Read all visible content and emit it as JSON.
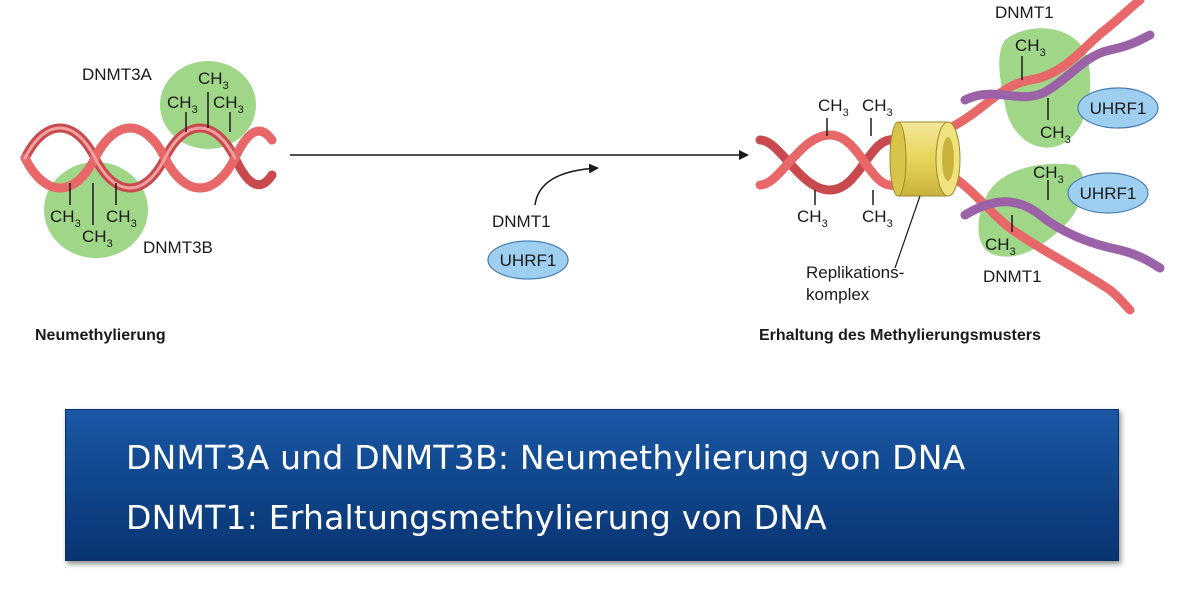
{
  "diagram": {
    "left": {
      "enzyme_a": "DNMT3A",
      "enzyme_b": "DNMT3B",
      "methyl": "CH",
      "methyl_sub": "3",
      "caption": "Neumethylierung"
    },
    "middle": {
      "enzyme": "DNMT1",
      "protein": "UHRF1"
    },
    "right": {
      "enzyme_top": "DNMT1",
      "enzyme_bottom": "DNMT1",
      "protein_top": "UHRF1",
      "protein_bottom": "UHRF1",
      "complex_line1": "Replikations-",
      "complex_line2": "komplex",
      "methyl": "CH",
      "methyl_sub": "3",
      "caption": "Erhaltung des Methylierungsmusters"
    }
  },
  "banner": {
    "line1": "DNMT3A und DNMT3B: Neumethylierung von DNA",
    "line2": "DNMT1: Erhaltungsmethylierung von DNA"
  },
  "colors": {
    "strand_red": "#e8686a",
    "strand_purple": "#9c62a8",
    "enzyme_green": "#8fcf72",
    "uhrf1_blue": "#9fcff0",
    "complex_yellow": "#e8d45a",
    "banner_blue": "#0f4488"
  }
}
